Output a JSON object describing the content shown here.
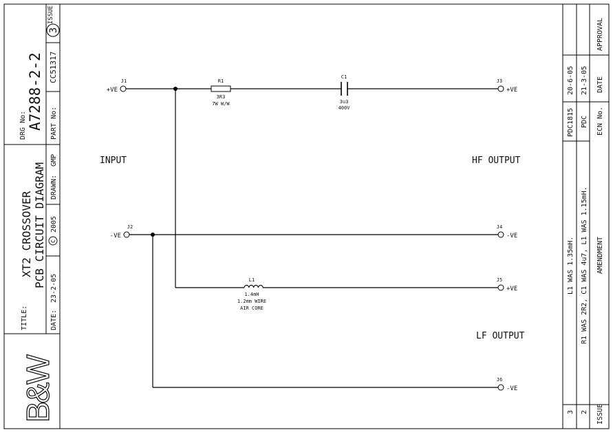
{
  "title_block": {
    "title_label": "TITLE:",
    "title_line1": "XT2 CROSSOVER",
    "title_line2": "PCB CIRCUIT DIAGRAM",
    "drg_label": "DRG No:",
    "drg_number": "A7288-2-2",
    "issue_label": "ISSUE",
    "issue_number": "3",
    "part_label": "PART No:",
    "part_number": "CC51317",
    "date_label": "DATE:",
    "date_value": "23-2-05",
    "copyright_symbol": "C",
    "copyright_year": "2005",
    "drawn_label": "DRAWN:",
    "drawn_value": "GMP",
    "logo_text": "B&W"
  },
  "revisions": {
    "headers": {
      "issue": "ISSUE",
      "amendment": "AMENDMENT",
      "ecn": "ECN No.",
      "date": "DATE",
      "approval": "APPROVAL"
    },
    "rows": [
      {
        "issue": "3",
        "amendment": "L1 WAS 1.35mH.",
        "ecn": "PDC1815",
        "date": "20-6-05",
        "approval": ""
      },
      {
        "issue": "2",
        "amendment": "R1 WAS 2R2, C1 WAS 4u7, L1 WAS 1.15mH.",
        "ecn": "PDC",
        "date": "21-3-05",
        "approval": ""
      }
    ]
  },
  "schematic": {
    "section_labels": {
      "input": "INPUT",
      "hf_output": "HF OUTPUT",
      "lf_output": "LF OUTPUT"
    },
    "terminals": {
      "j1": {
        "ref": "J1",
        "signal": "+VE"
      },
      "j2": {
        "ref": "J2",
        "signal": "-VE"
      },
      "j3": {
        "ref": "J3",
        "signal": "+VE"
      },
      "j4": {
        "ref": "J4",
        "signal": "-VE"
      },
      "j5": {
        "ref": "J5",
        "signal": "+VE"
      },
      "j6": {
        "ref": "J6",
        "signal": "-VE"
      }
    },
    "components": {
      "r1": {
        "ref": "R1",
        "value": "3R3",
        "rating": "7W W/W"
      },
      "c1": {
        "ref": "C1",
        "value": "3u3",
        "rating": "400V"
      },
      "l1": {
        "ref": "L1",
        "value": "1.4mH",
        "wire": "1.2mm WIRE",
        "core": "AIR CORE"
      }
    }
  }
}
